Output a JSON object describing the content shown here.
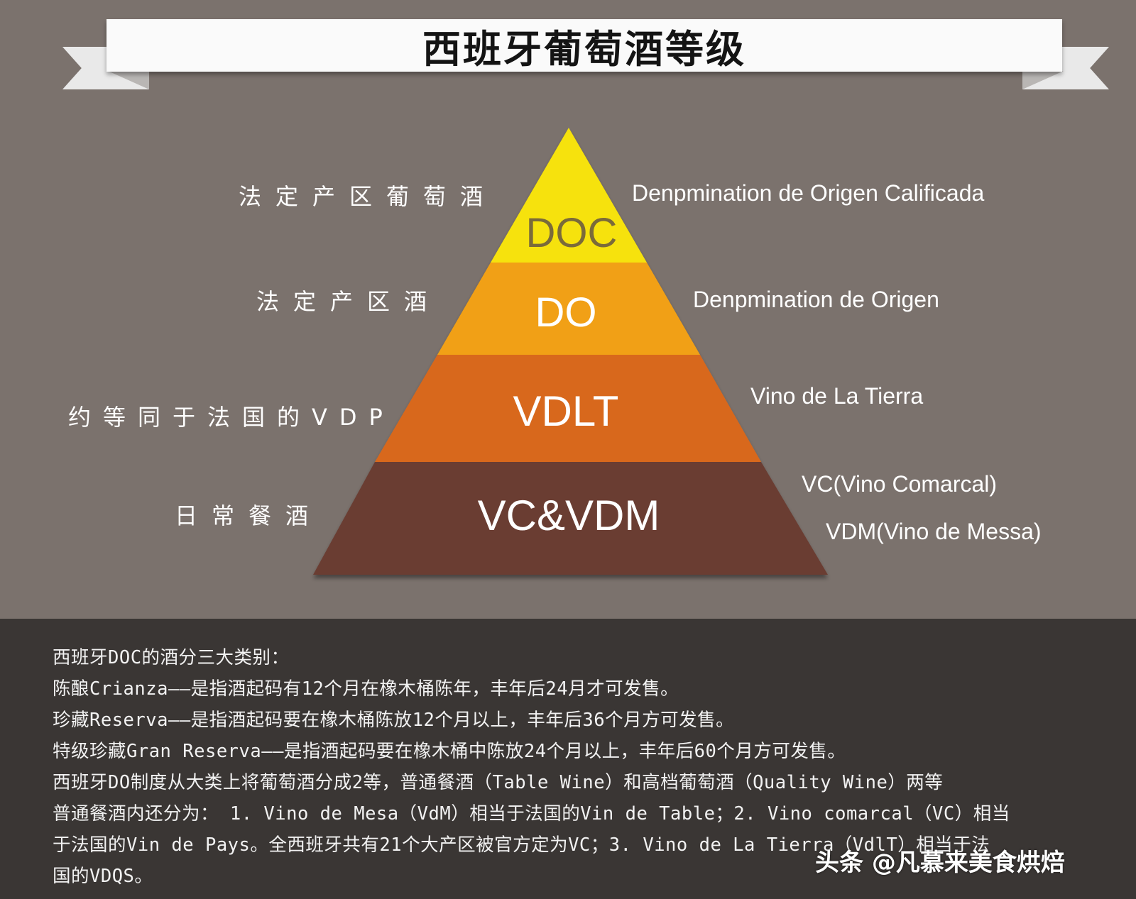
{
  "title": "西班牙葡萄酒等级",
  "levels": [
    {
      "code": "DOC",
      "cn": "法定产区葡萄酒",
      "en": [
        "Denpmination de Origen Calificada"
      ],
      "color": "#f6e207",
      "text_color": "#7a6a3a"
    },
    {
      "code": "DO",
      "cn": "法定产区酒",
      "en": [
        "Denpmination de Origen"
      ],
      "color": "#f1a012",
      "text_color": "#ffffff"
    },
    {
      "code": "VDLT",
      "cn": "约等同于法国的VDP",
      "en": [
        "Vino de La Tierra"
      ],
      "color": "#d8681e",
      "text_color": "#ffffff"
    },
    {
      "code": "VC&VDM",
      "cn": "日常餐酒",
      "en": [
        "VC(Vino Comarcal)",
        "VDM(Vino de Messa)"
      ],
      "color": "#6a3c31",
      "text_color": "#ffffff"
    }
  ],
  "description": [
    "西班牙DOC的酒分三大类别：",
    "陈酿Crianza——是指酒起码有12个月在橡木桶陈年，丰年后24月才可发售。",
    "珍藏Reserva——是指酒起码要在橡木桶陈放12个月以上，丰年后36个月方可发售。",
    "特级珍藏Gran Reserva——是指酒起码要在橡木桶中陈放24个月以上，丰年后60个月方可发售。",
    "西班牙DO制度从大类上将葡萄酒分成2等，普通餐酒（Table Wine）和高档葡萄酒（Quality Wine）两等",
    "普通餐酒内还分为： 1. Vino de Mesa（VdM）相当于法国的Vin de Table；2. Vino comarcal（VC）相当",
    "于法国的Vin de Pays。全西班牙共有21个大产区被官方定为VC；3. Vino de La Tierra（VdlT）相当于法",
    "国的VDQS。"
  ],
  "watermark": "头条 @凡慕来美食烘焙"
}
